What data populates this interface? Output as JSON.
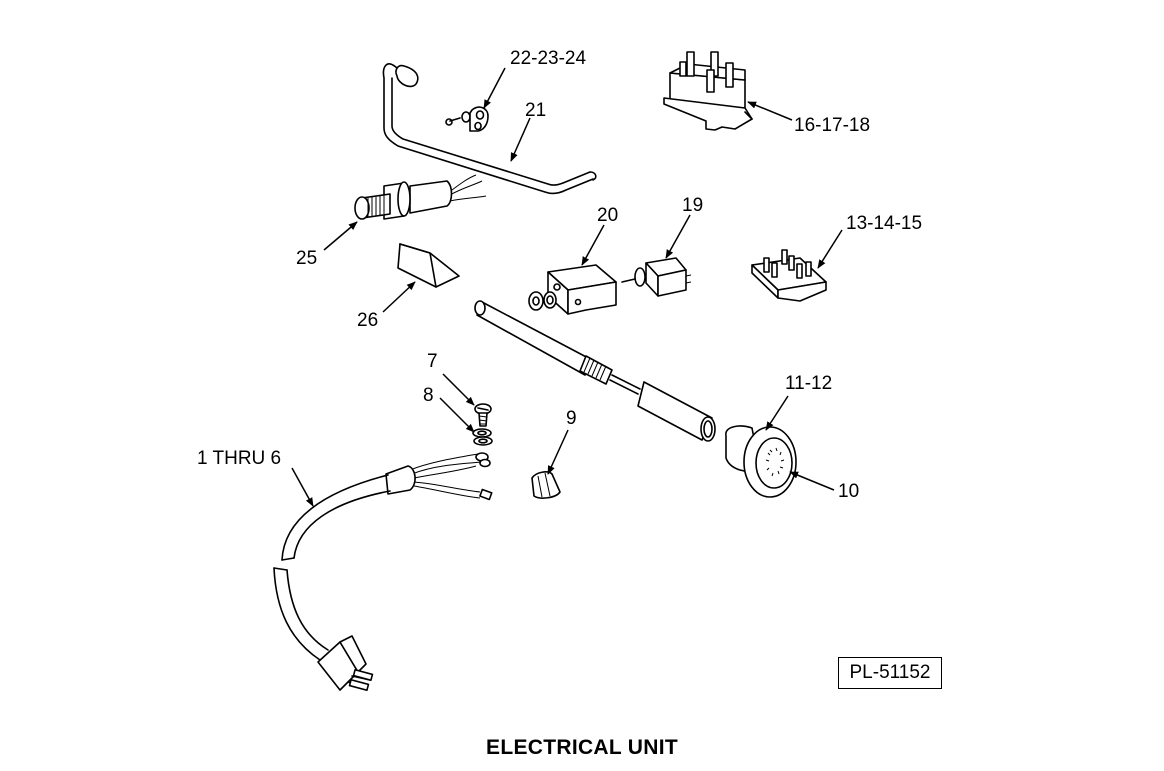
{
  "figure": {
    "title": "ELECTRICAL UNIT",
    "plate_number": "PL-51152"
  },
  "callouts": {
    "c_22_23_24": "22-23-24",
    "c_21": "21",
    "c_16_17_18": "16-17-18",
    "c_25": "25",
    "c_20": "20",
    "c_19": "19",
    "c_13_14_15": "13-14-15",
    "c_26": "26",
    "c_7": "7",
    "c_8": "8",
    "c_9": "9",
    "c_11_12": "11-12",
    "c_10": "10",
    "c_1_thru_6": "1 THRU 6"
  }
}
